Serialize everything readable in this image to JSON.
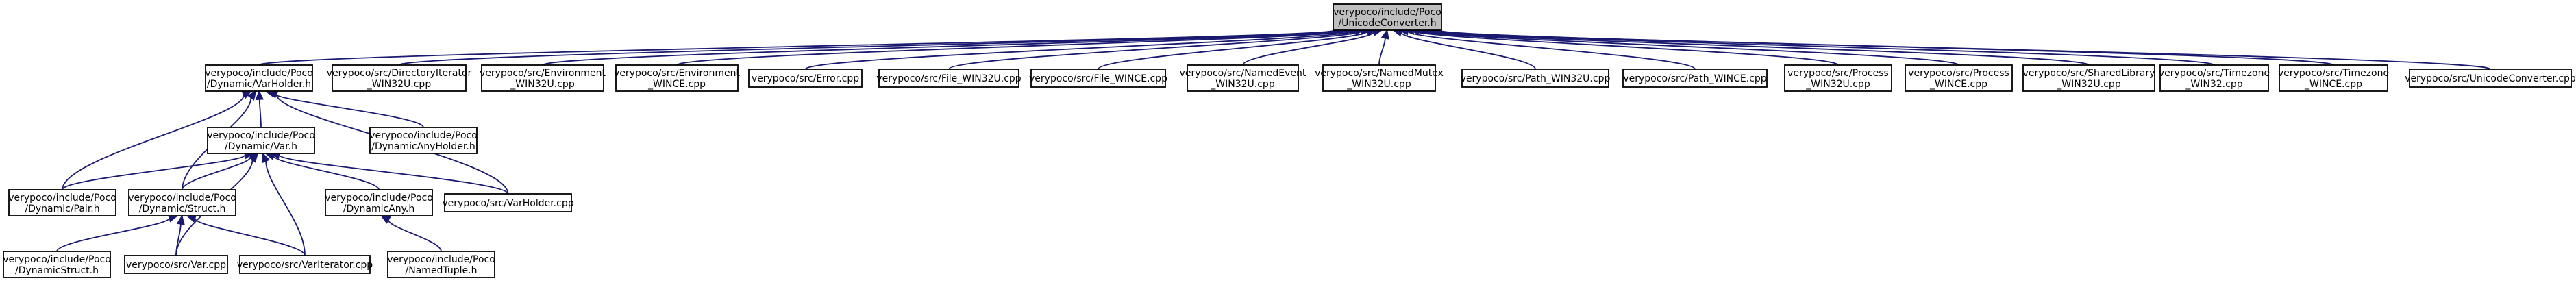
{
  "graph": {
    "nodes": {
      "uc": {
        "lines": [
          "verypoco/include/Poco",
          "/UnicodeConverter.h"
        ],
        "root": true
      },
      "vh": {
        "lines": [
          "verypoco/include/Poco",
          "/Dynamic/VarHolder.h"
        ]
      },
      "di": {
        "lines": [
          "verypoco/src/DirectoryIterator",
          "_WIN32U.cpp"
        ]
      },
      "env1": {
        "lines": [
          "verypoco/src/Environment",
          "_WIN32U.cpp"
        ]
      },
      "env2": {
        "lines": [
          "verypoco/src/Environment",
          "_WINCE.cpp"
        ]
      },
      "err": {
        "lines": [
          "verypoco/src/Error.cpp"
        ]
      },
      "f1": {
        "lines": [
          "verypoco/src/File_WIN32U.cpp"
        ]
      },
      "f2": {
        "lines": [
          "verypoco/src/File_WINCE.cpp"
        ]
      },
      "ne": {
        "lines": [
          "verypoco/src/NamedEvent",
          "_WIN32U.cpp"
        ]
      },
      "nm": {
        "lines": [
          "verypoco/src/NamedMutex",
          "_WIN32U.cpp"
        ]
      },
      "p1": {
        "lines": [
          "verypoco/src/Path_WIN32U.cpp"
        ]
      },
      "p2": {
        "lines": [
          "verypoco/src/Path_WINCE.cpp"
        ]
      },
      "pr1": {
        "lines": [
          "verypoco/src/Process",
          "_WIN32U.cpp"
        ]
      },
      "pr2": {
        "lines": [
          "verypoco/src/Process",
          "_WINCE.cpp"
        ]
      },
      "sl": {
        "lines": [
          "verypoco/src/SharedLibrary",
          "_WIN32U.cpp"
        ]
      },
      "tz1": {
        "lines": [
          "verypoco/src/Timezone",
          "_WIN32.cpp"
        ]
      },
      "tz2": {
        "lines": [
          "verypoco/src/Timezone",
          "_WINCE.cpp"
        ]
      },
      "ucc": {
        "lines": [
          "verypoco/src/UnicodeConverter.cpp"
        ]
      },
      "var": {
        "lines": [
          "verypoco/include/Poco",
          "/Dynamic/Var.h"
        ]
      },
      "dah": {
        "lines": [
          "verypoco/include/Poco",
          "/DynamicAnyHolder.h"
        ]
      },
      "pair": {
        "lines": [
          "verypoco/include/Poco",
          "/Dynamic/Pair.h"
        ]
      },
      "str": {
        "lines": [
          "verypoco/include/Poco",
          "/Dynamic/Struct.h"
        ]
      },
      "da": {
        "lines": [
          "verypoco/include/Poco",
          "/DynamicAny.h"
        ]
      },
      "vhc": {
        "lines": [
          "verypoco/src/VarHolder.cpp"
        ]
      },
      "ds": {
        "lines": [
          "verypoco/include/Poco",
          "/DynamicStruct.h"
        ]
      },
      "varc": {
        "lines": [
          "verypoco/src/Var.cpp"
        ]
      },
      "vi": {
        "lines": [
          "verypoco/src/VarIterator.cpp"
        ]
      },
      "nt": {
        "lines": [
          "verypoco/include/Poco",
          "/NamedTuple.h"
        ]
      }
    },
    "edges": [
      [
        "vh",
        "uc"
      ],
      [
        "di",
        "uc"
      ],
      [
        "env1",
        "uc"
      ],
      [
        "env2",
        "uc"
      ],
      [
        "err",
        "uc"
      ],
      [
        "f1",
        "uc"
      ],
      [
        "f2",
        "uc"
      ],
      [
        "ne",
        "uc"
      ],
      [
        "nm",
        "uc"
      ],
      [
        "p1",
        "uc"
      ],
      [
        "p2",
        "uc"
      ],
      [
        "pr1",
        "uc"
      ],
      [
        "pr2",
        "uc"
      ],
      [
        "sl",
        "uc"
      ],
      [
        "tz1",
        "uc"
      ],
      [
        "tz2",
        "uc"
      ],
      [
        "ucc",
        "uc"
      ],
      [
        "var",
        "vh"
      ],
      [
        "dah",
        "vh"
      ],
      [
        "pair",
        "vh"
      ],
      [
        "str",
        "vh"
      ],
      [
        "vhc",
        "vh"
      ],
      [
        "pair",
        "var"
      ],
      [
        "str",
        "var"
      ],
      [
        "da",
        "var"
      ],
      [
        "vhc",
        "var"
      ],
      [
        "varc",
        "var"
      ],
      [
        "vi",
        "var"
      ],
      [
        "ds",
        "str"
      ],
      [
        "varc",
        "str"
      ],
      [
        "vi",
        "str"
      ],
      [
        "nt",
        "da"
      ]
    ]
  }
}
